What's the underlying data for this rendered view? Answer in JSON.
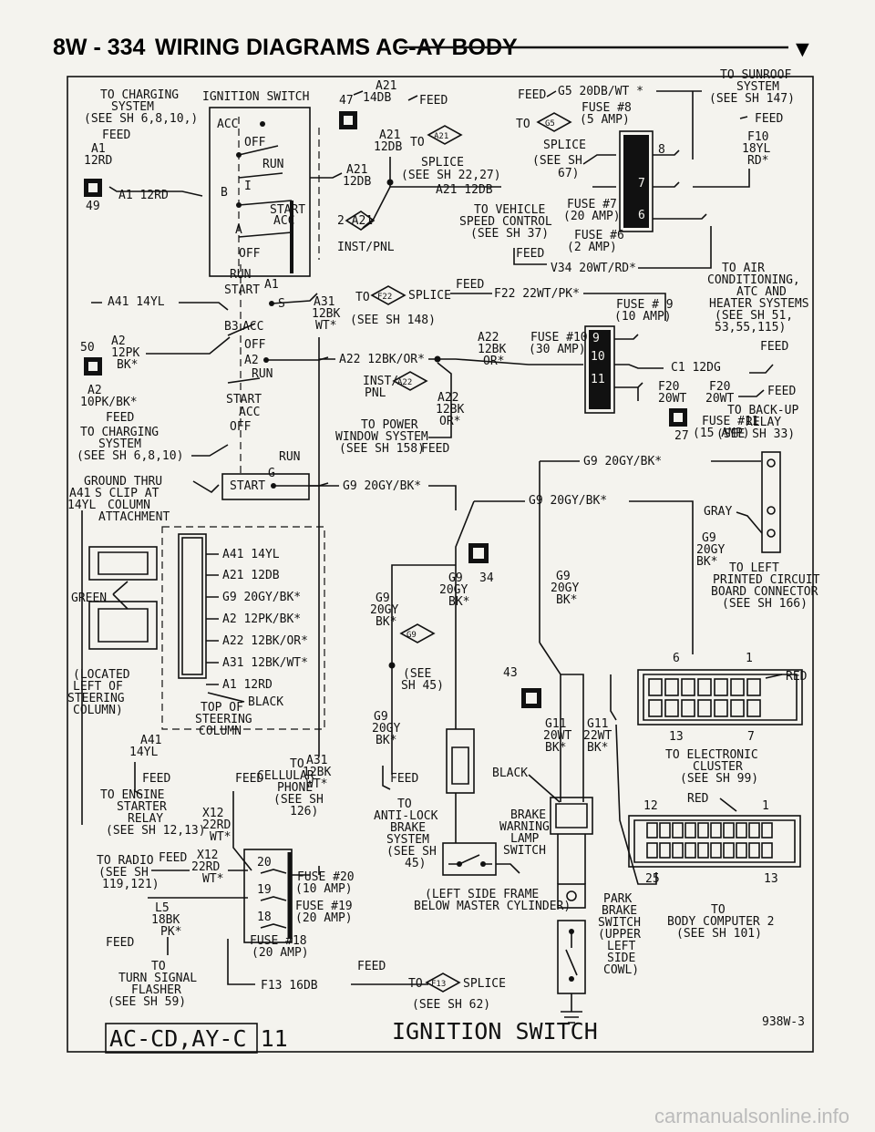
{
  "header": {
    "page_number": "8W - 334",
    "title": "WIRING DIAGRAMS AC-AY BODY",
    "marker": "▼"
  },
  "footer": {
    "model_code": "AC-CD,AY-C 11",
    "diagram_title": "IGNITION SWITCH",
    "figure_id": "938W-3",
    "watermark": "carmanualsonline.info"
  },
  "labels": {
    "charging": [
      "TO CHARGING",
      "SYSTEM",
      "(SEE SH 6,8,10,)"
    ],
    "ignition_switch": "IGNITION SWITCH",
    "feed": "FEED",
    "a1": "A1",
    "a1_12rd": "12RD",
    "conn_49": "49",
    "a1_12rd_inline": "A1 12RD",
    "b_pin": "B",
    "acc": "ACC",
    "off": "OFF",
    "run": "RUN",
    "i_pin": "I",
    "start": "START",
    "a_pin": "A",
    "a41_14yl": "A41 14YL",
    "s_pin": "S",
    "b3_pin": "B3",
    "a2_pin": "A2",
    "g_pin": "G",
    "conn_50": "50",
    "a2_12pk": [
      "A2",
      "12PK",
      "BK*"
    ],
    "a2_10pk": [
      "A2",
      "10PK/BK*"
    ],
    "charging2": [
      "TO CHARGING",
      "SYSTEM",
      "(SEE SH 6,8,10)"
    ],
    "ground": [
      "GROUND THRU",
      "S CLIP AT",
      "COLUMN",
      "ATTACHMENT"
    ],
    "a41_14yl_left": [
      "A41",
      "14YL"
    ],
    "a21_top": [
      "A21",
      "14DB"
    ],
    "conn_47": "47",
    "a21_12db": [
      "A21",
      "12DB"
    ],
    "to_a21": "TO",
    "a21_mark": "A21",
    "splice_sh_2227": [
      "SPLICE",
      "(SEE SH 22,27)"
    ],
    "a21_12db_run": "A21 12DB",
    "splice_2a21": "2 A21",
    "inst_pnl": "INST/PNL",
    "g5_20db": "G5 20DB/WT *",
    "fuse8": [
      "FUSE #8",
      "(5 AMP)"
    ],
    "g5_mark": "G5",
    "splice_sh67": [
      "SPLICE",
      "(SEE SH",
      "67)"
    ],
    "to_vehicle_speed": [
      "TO VEHICLE",
      "SPEED CONTROL",
      "(SEE SH 37)"
    ],
    "fuse7": [
      "FUSE #7",
      "(20 AMP)"
    ],
    "fuse6": [
      "FUSE #6",
      "(2 AMP)"
    ],
    "v34": "V34 20WT/RD*",
    "sunroof": [
      "TO SUNROOF",
      "SYSTEM",
      "(SEE SH 147)"
    ],
    "f10": [
      "F10",
      "18YL",
      "RD*"
    ],
    "fuse_nums": [
      "8",
      "7",
      "6",
      "9",
      "10",
      "11"
    ],
    "a31": [
      "A31",
      "12BK",
      "WT*"
    ],
    "f22_splice": "SPLICE",
    "f22_mark": "F22",
    "f22_wire": "F22 22WT/PK*",
    "see_sh148": "(SEE SH 148)",
    "fuse9": [
      "FUSE # 9",
      "(10 AMP)"
    ],
    "fuse10": [
      "FUSE #10",
      "(30 AMP)"
    ],
    "fuse11": [
      "FUSE #11",
      "(15 AMP)"
    ],
    "air_cond": [
      "TO AIR",
      "CONDITIONING,",
      "ATC AND",
      "HEATER SYSTEMS",
      "(SEE SH 51,",
      "53,55,115)"
    ],
    "c1_12dg": "C1 12DG",
    "f20_20wt": [
      "F20",
      "20WT"
    ],
    "a22_12bk": "A22 12BK/OR*",
    "a22_right": [
      "A22",
      "12BK",
      "OR*"
    ],
    "inst_a22": [
      "INST/",
      "PNL"
    ],
    "a22_mark": "A22",
    "a22_lower": [
      "A22",
      "12BK",
      "OR*"
    ],
    "power_window": [
      "TO POWER",
      "WINDOW SYSTEM",
      "(SEE SH 158)"
    ],
    "backup": [
      "TO BACK-UP",
      "RELAY",
      "(SEE SH 33)"
    ],
    "conn_27": "27",
    "g9_20gy": "G9 20GY/BK*",
    "g9_20gy_2": "G9 20GY/BK*",
    "gray": "GRAY",
    "g9_side": [
      "G9",
      "20GY",
      "BK*"
    ],
    "left_pcb": [
      "TO LEFT",
      "PRINTED CIRCUIT",
      "BOARD CONNECTOR",
      "(SEE SH 166)"
    ],
    "g9_34": [
      "G9",
      "20GY",
      "BK*"
    ],
    "conn_34": "34",
    "g9_right": [
      "G9",
      "20GY",
      "BK*"
    ],
    "g9_left": [
      "G9",
      "20GY",
      "BK*"
    ],
    "g9_mark": "G9",
    "see_sh45_a": [
      "(SEE",
      "SH 45)"
    ],
    "conn_43": "43",
    "g11": [
      "G11",
      "20WT",
      "BK*"
    ],
    "g11_b": [
      "G11",
      "22WT",
      "BK*"
    ],
    "red": "RED",
    "pin_6": "6",
    "pin_1": "1",
    "pin_13": "13",
    "pin_7": "7",
    "electronic_cluster": [
      "TO ELECTRONIC",
      "CLUSTER",
      "(SEE SH 99)"
    ],
    "pin_12": "12",
    "pin_1b": "1",
    "pin_25": "25",
    "pin_13b": "13",
    "body_computer": [
      "TO",
      "BODY COMPUTER 2",
      "(SEE SH 101)"
    ],
    "green": "GREEN",
    "located": [
      "(LOCATED",
      "LEFT OF",
      "STEERING",
      "COLUMN)"
    ],
    "harness": [
      "A41 14YL",
      "A21 12DB",
      "G9 20GY/BK*",
      "A2 12PK/BK*",
      "A22 12BK/OR*",
      "A31 12BK/WT*",
      "A1 12RD"
    ],
    "black": "BLACK",
    "top_of_column": [
      "TOP OF",
      "STEERING",
      "COLUMN"
    ],
    "a41_bottom": [
      "A41",
      "14YL"
    ],
    "a31_bottom": [
      "A31",
      "12BK",
      "WT*"
    ],
    "engine_starter": [
      "TO ENGINE",
      "STARTER",
      "RELAY",
      "(SEE SH 12,13)"
    ],
    "x12_22rd": [
      "X12",
      "22RD",
      "WT*"
    ],
    "cellular": [
      "TO",
      "CELLULAR",
      "PHONE",
      "(SEE SH",
      "126)"
    ],
    "radio": [
      "TO RADIO",
      "(SEE SH",
      "119,121)"
    ],
    "x12_radio": [
      "X12",
      "22RD",
      "WT*"
    ],
    "l5": [
      "L5",
      "18BK",
      "PK*"
    ],
    "fuse20": [
      "FUSE #20",
      "(10 AMP)"
    ],
    "fuse19": [
      "FUSE #19",
      "(20 AMP)"
    ],
    "fuse18": [
      "FUSE #18",
      "(20 AMP)"
    ],
    "fuse_nums_b": [
      "20",
      "19",
      "18"
    ],
    "turn_signal": [
      "TO",
      "TURN SIGNAL",
      "FLASHER",
      "(SEE SH 59)"
    ],
    "f13_16db": "F13 16DB",
    "f13_splice": [
      "TO",
      "SPLICE",
      "(SEE SH 62)"
    ],
    "f13_mark": "F13",
    "antilock": [
      "TO",
      "ANTI-LOCK",
      "BRAKE",
      "SYSTEM",
      "(SEE SH",
      "45)"
    ],
    "brake_warning": [
      "BRAKE",
      "WARNING",
      "LAMP",
      "SWITCH"
    ],
    "left_side_frame": [
      "(LEFT SIDE FRAME",
      "BELOW MASTER CYLINDER)"
    ],
    "park_brake": [
      "PARK",
      "BRAKE",
      "SWITCH",
      "(UPPER",
      "LEFT",
      "SIDE",
      "COWL)"
    ]
  }
}
